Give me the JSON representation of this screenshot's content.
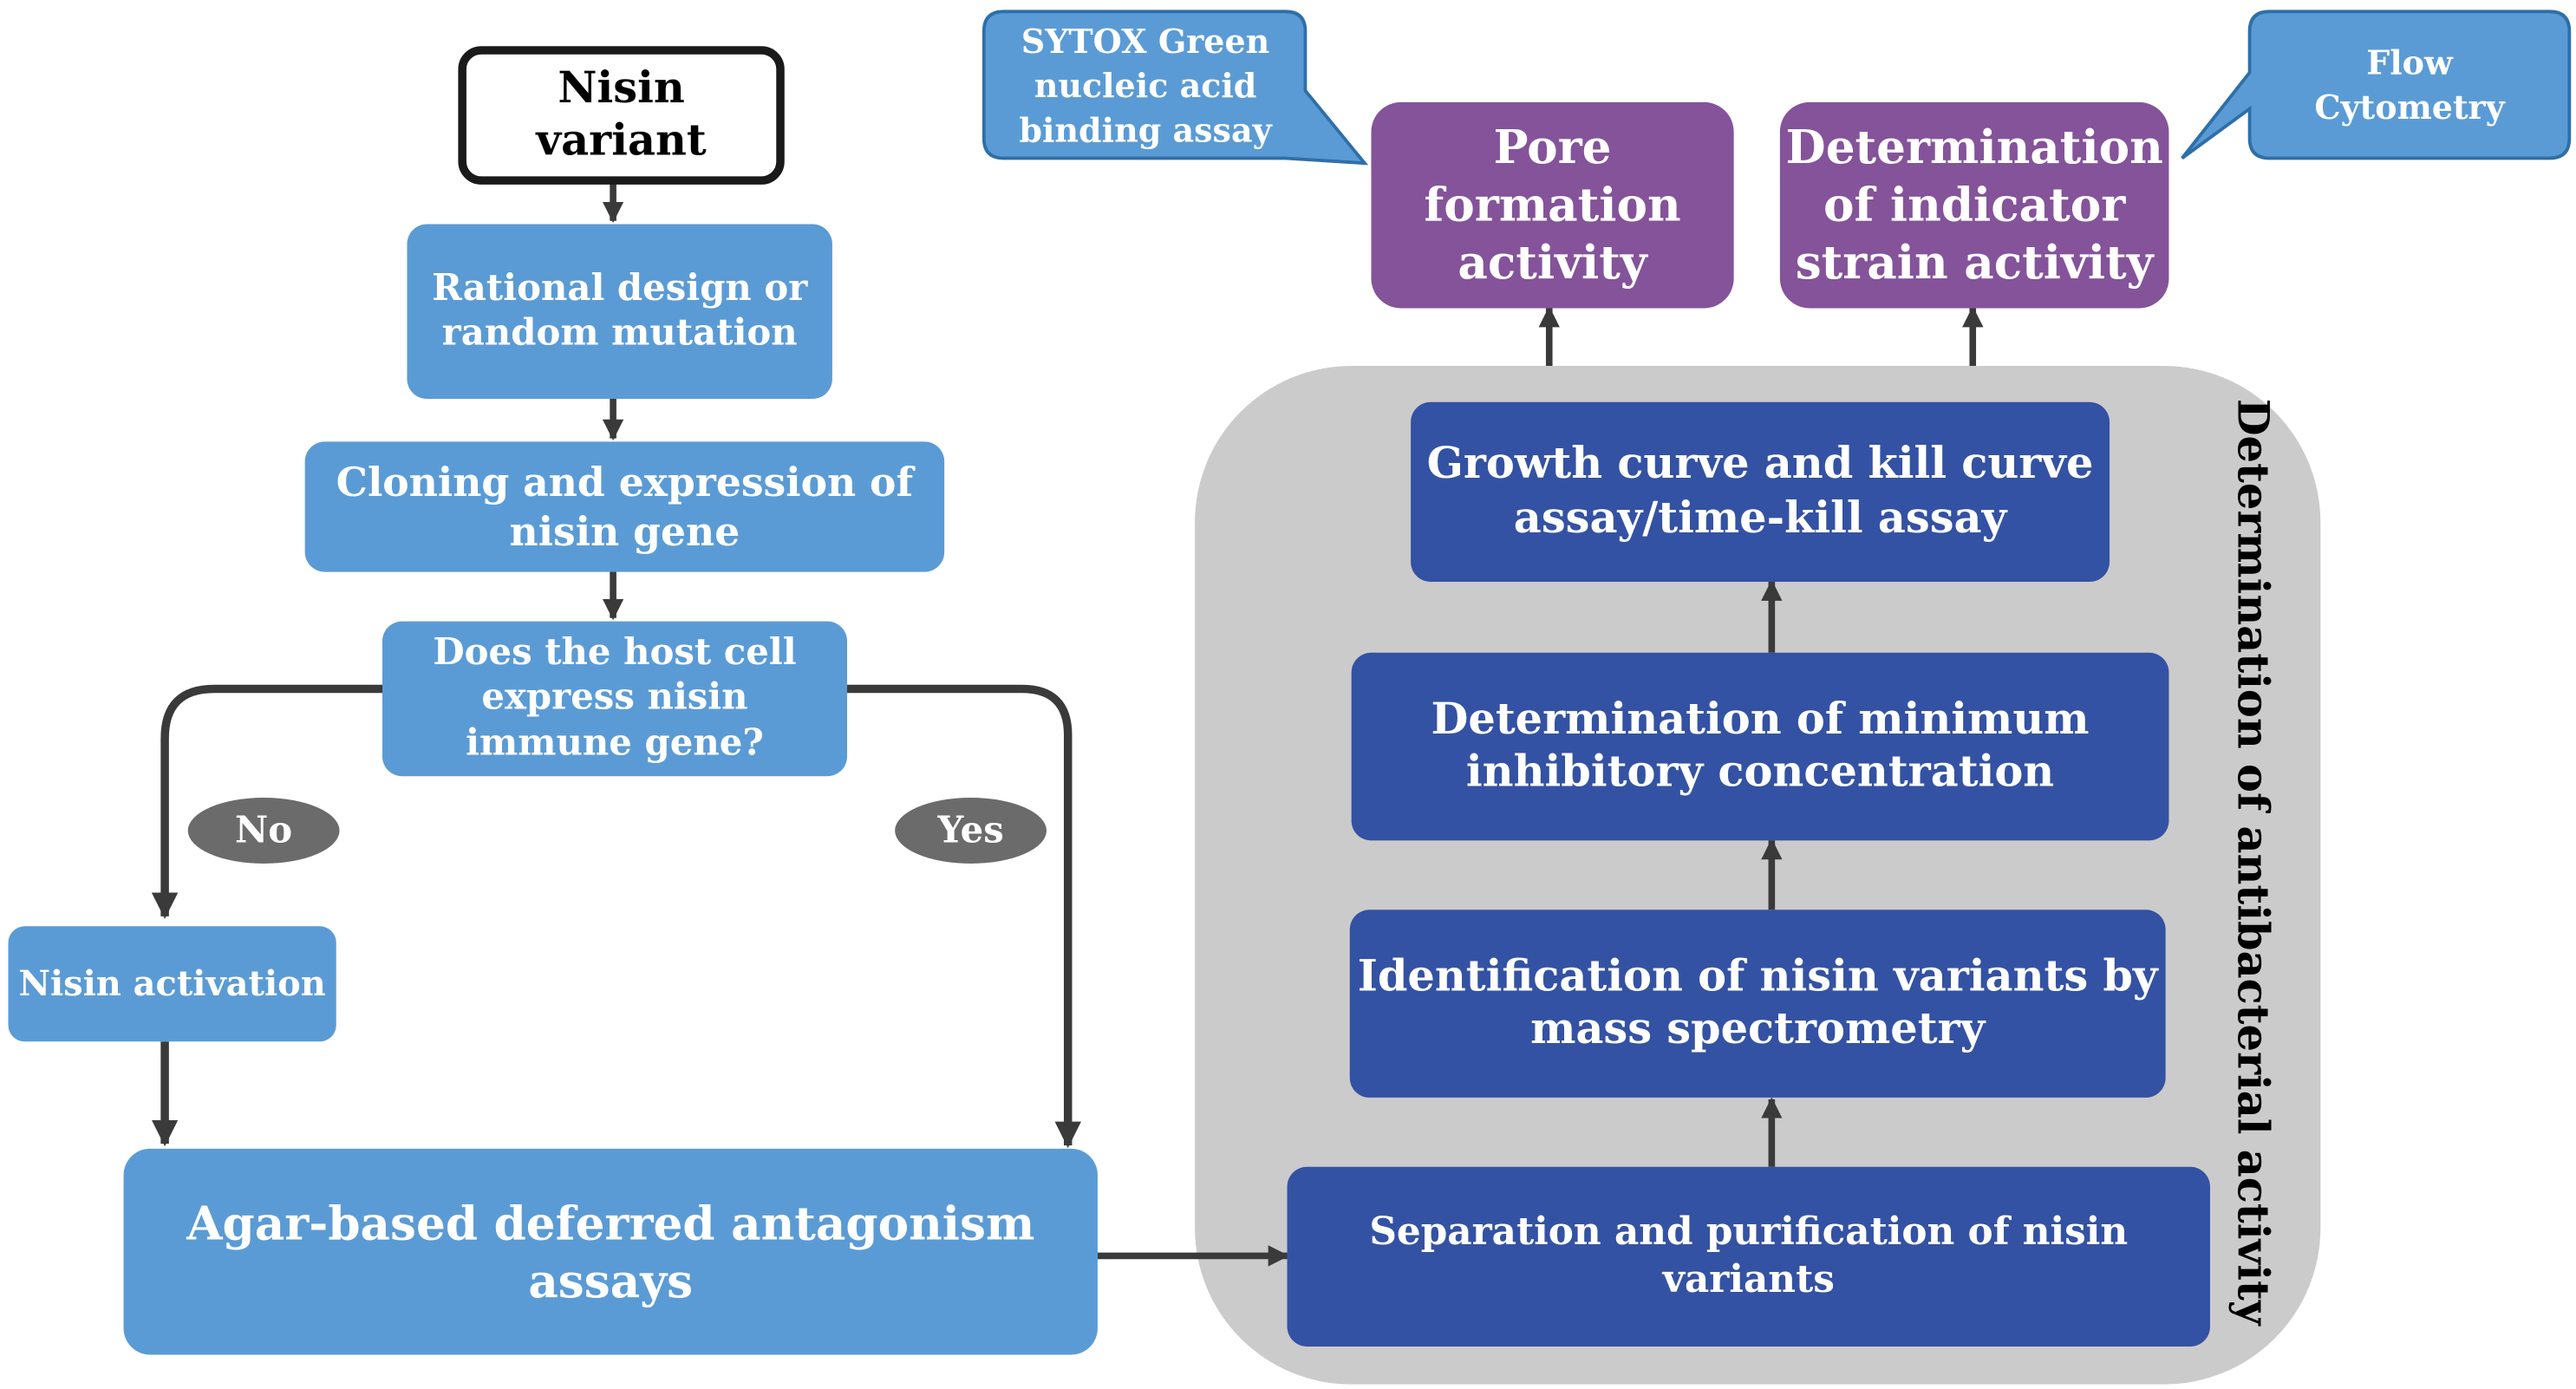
{
  "start": {
    "label": "Nisin variant"
  },
  "steps": {
    "design": "Rational design or random mutation",
    "cloning": "Cloning and expression of nisin gene",
    "question": "Does the host cell express nisin immune gene?",
    "activation": "Nisin activation",
    "agar": "Agar-based deferred antagonism assays"
  },
  "branches": {
    "no": "No",
    "yes": "Yes"
  },
  "panel": {
    "title": "Determination of antibacterial activity",
    "steps": {
      "separation": "Separation and purification of nisin variants",
      "identification": "Identification of nisin variants by mass spectrometry",
      "mic": "Determination of minimum inhibitory concentration",
      "growth": "Growth curve and kill curve assay/time-kill assay"
    }
  },
  "outcomes": {
    "pore": "Pore formation activity",
    "indicator": "Determination of indicator strain activity"
  },
  "callouts": {
    "sytox": "SYTOX Green nucleic acid binding assay",
    "flow": "Flow Cytometry"
  },
  "colors": {
    "light_blue": "#5b9bd5",
    "dark_blue": "#3452a3",
    "purple": "#84539a",
    "panel_gray": "#cccbcb",
    "arrow": "#3a3a3a",
    "oval_gray": "#6b6b6b"
  }
}
